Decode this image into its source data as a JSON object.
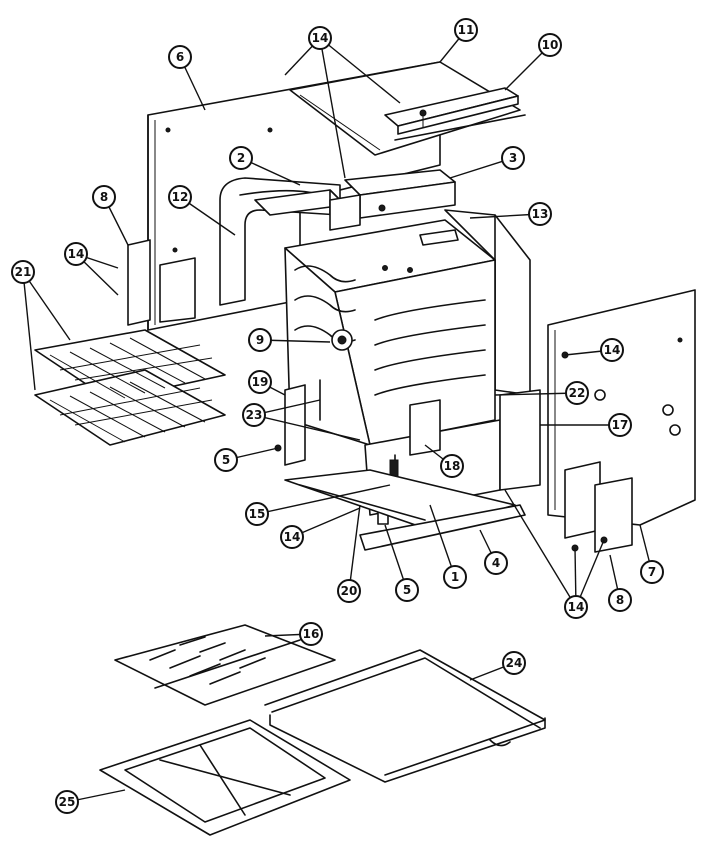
{
  "callouts": [
    {
      "id": "c1",
      "label": "1"
    },
    {
      "id": "c2",
      "label": "2"
    },
    {
      "id": "c3",
      "label": "3"
    },
    {
      "id": "c4",
      "label": "4"
    },
    {
      "id": "c5a",
      "label": "5"
    },
    {
      "id": "c5b",
      "label": "5"
    },
    {
      "id": "c6",
      "label": "6"
    },
    {
      "id": "c7",
      "label": "7"
    },
    {
      "id": "c8a",
      "label": "8"
    },
    {
      "id": "c8b",
      "label": "8"
    },
    {
      "id": "c9",
      "label": "9"
    },
    {
      "id": "c10",
      "label": "10"
    },
    {
      "id": "c11",
      "label": "11"
    },
    {
      "id": "c12",
      "label": "12"
    },
    {
      "id": "c13",
      "label": "13"
    },
    {
      "id": "c14a",
      "label": "14"
    },
    {
      "id": "c14b",
      "label": "14"
    },
    {
      "id": "c14c",
      "label": "14"
    },
    {
      "id": "c14d",
      "label": "14"
    },
    {
      "id": "c14e",
      "label": "14"
    },
    {
      "id": "c15",
      "label": "15"
    },
    {
      "id": "c16",
      "label": "16"
    },
    {
      "id": "c17",
      "label": "17"
    },
    {
      "id": "c18",
      "label": "18"
    },
    {
      "id": "c19",
      "label": "19"
    },
    {
      "id": "c20",
      "label": "20"
    },
    {
      "id": "c21",
      "label": "21"
    },
    {
      "id": "c22",
      "label": "22"
    },
    {
      "id": "c23",
      "label": "23"
    },
    {
      "id": "c24",
      "label": "24"
    },
    {
      "id": "c25",
      "label": "25"
    }
  ]
}
